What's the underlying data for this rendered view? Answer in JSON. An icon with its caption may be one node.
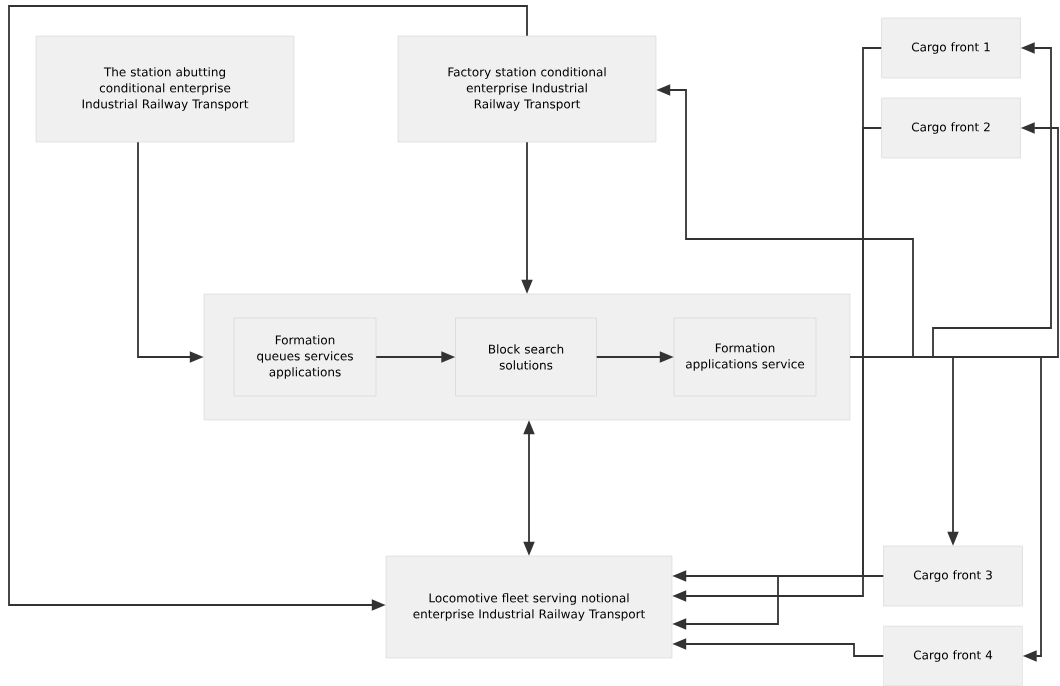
{
  "diagram": {
    "nodes": [
      {
        "text": [
          "The station abutting conditional enterprise Industrial Railway Transport"
        ]
      },
      {
        "text": [
          "Factory station conditional enterprise Industrial Railway Transport"
        ]
      },
      {
        "text": [],
        "shape": "box"
      },
      {
        "text": [
          "Formation queues services applications"
        ],
        "in": 2
      },
      {
        "text": [
          "Block search solutions"
        ],
        "in": 2
      },
      {
        "text": [
          "Formation applications service"
        ],
        "in": 2
      },
      {
        "text": [
          "Cargo front 1"
        ]
      },
      {
        "text": [
          "Cargo front 2"
        ]
      },
      {
        "text": [
          "Locomotive fleet serving notional enterprise Industrial Railway Transport"
        ]
      },
      {
        "text": [
          "Cargo front 3"
        ]
      },
      {
        "text": [
          "Cargo front 4"
        ]
      }
    ],
    "edges": [
      {
        "from": 0,
        "to": 2,
        "arrow": "to"
      },
      {
        "from": 1,
        "to": 2,
        "arrow": "to"
      },
      {
        "from": 1,
        "to": 8,
        "arrow": "to"
      },
      {
        "from": 3,
        "to": 4,
        "arrow": "to"
      },
      {
        "from": 4,
        "to": 5,
        "arrow": "to"
      },
      {
        "from": 2,
        "to": 8,
        "arrow": "both"
      },
      {
        "from": 2,
        "to": 1,
        "arrow": "to"
      },
      {
        "from": 2,
        "to": 6,
        "arrow": "to"
      },
      {
        "from": 2,
        "to": 7,
        "arrow": "to"
      },
      {
        "from": 2,
        "to": 9,
        "arrow": "to"
      },
      {
        "from": 2,
        "to": 10,
        "arrow": "to"
      },
      {
        "from": 6,
        "to": 8,
        "arrow": "to"
      },
      {
        "from": 7,
        "to": 8,
        "arrow": "to"
      },
      {
        "from": 9,
        "to": 8,
        "arrow": "to"
      },
      {
        "from": 10,
        "to": 8,
        "arrow": "to"
      }
    ]
  }
}
